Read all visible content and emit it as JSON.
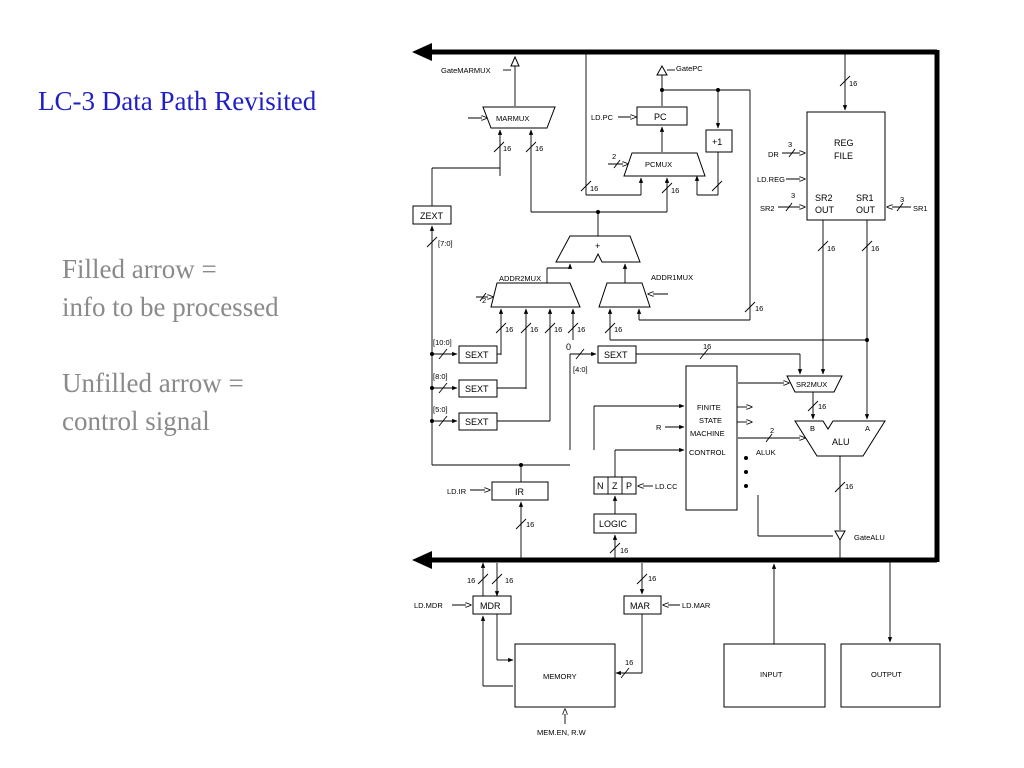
{
  "slide": {
    "title": "LC-3 Data Path Revisited",
    "legend": {
      "filled_line1": "Filled arrow =",
      "filled_line2": "info to be processed",
      "unfilled_line1": "Unfilled arrow =",
      "unfilled_line2": "control signal"
    }
  },
  "diagram": {
    "blocks": {
      "marmux": "MARMUX",
      "pc": "PC",
      "pcmux": "PCMUX",
      "plus_one": "+1",
      "regfile_line1": "REG",
      "regfile_line2": "FILE",
      "sr2out_line1": "SR2",
      "sr2out_line2": "OUT",
      "sr1out_line1": "SR1",
      "sr1out_line2": "OUT",
      "zext": "ZEXT",
      "adder": "+",
      "addr2mux": "ADDR2MUX",
      "addr1mux": "ADDR1MUX",
      "sext_10": "SEXT",
      "sext_8": "SEXT",
      "sext_5": "SEXT",
      "sext_4": "SEXT",
      "fsm_line1": "FINITE",
      "fsm_line2": "STATE",
      "fsm_line3": "MACHINE",
      "control": "CONTROL",
      "sr2mux": "SR2MUX",
      "alu": "ALU",
      "alu_in_b": "B",
      "alu_in_a": "A",
      "ir": "IR",
      "n": "N",
      "z": "Z",
      "p": "P",
      "logic": "LOGIC",
      "mdr": "MDR",
      "mar": "MAR",
      "memory": "MEMORY",
      "input": "INPUT",
      "output": "OUTPUT"
    },
    "signals": {
      "gate_marmux": "GateMARMUX",
      "gate_pc": "GatePC",
      "ld_pc": "LD.PC",
      "dr": "DR",
      "ld_reg": "LD.REG",
      "sr2": "SR2",
      "sr1": "SR1",
      "r": "R",
      "aluk": "ALUK",
      "ld_ir": "LD.IR",
      "ld_cc": "LD.CC",
      "gate_alu": "GateALU",
      "ld_mdr": "LD.MDR",
      "ld_mar": "LD.MAR",
      "mem_en": "MEM.EN, R.W"
    },
    "widths": {
      "w16": "16",
      "w3": "3",
      "w2": "2",
      "ir_7_0": "[7:0]",
      "ir_10_0": "[10:0]",
      "ir_8_0": "[8:0]",
      "ir_5_0": "[5:0]",
      "ir_4_0": "[4:0]",
      "zero": "0"
    }
  }
}
